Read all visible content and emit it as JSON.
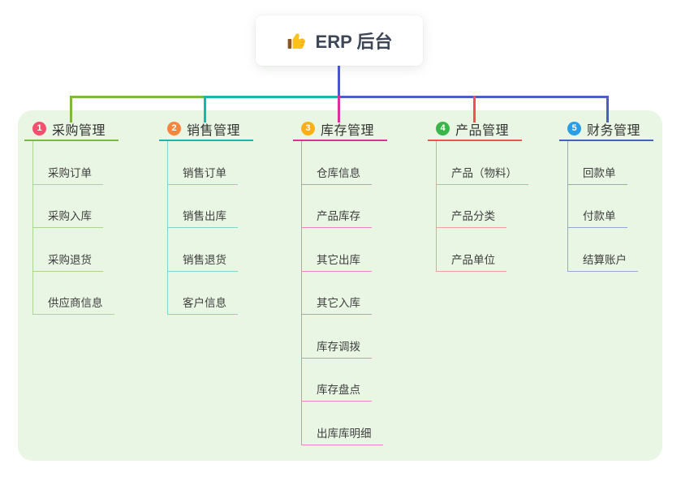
{
  "root": {
    "title": "ERP 后台",
    "icon": "thumbs-up-icon",
    "stem_color": "#4a58c8"
  },
  "panel": {
    "background": "#eaf6e4"
  },
  "branches": [
    {
      "label": "采购管理",
      "badge": "1",
      "colors": {
        "badge": "#f4506e",
        "strong": "#7cb93f",
        "soft": "#abd78c"
      },
      "children": [
        "采购订单",
        "采购入库",
        "采购退货",
        "供应商信息"
      ]
    },
    {
      "label": "销售管理",
      "badge": "2",
      "colors": {
        "badge": "#f6863f",
        "strong": "#16b7b0",
        "soft": "#7fd4cf"
      },
      "children": [
        "销售订单",
        "销售出库",
        "销售退货",
        "客户信息"
      ]
    },
    {
      "label": "库存管理",
      "badge": "3",
      "colors": {
        "badge": "#f9b017",
        "strong": "#df2f9f",
        "soft": "#ef82c4"
      },
      "children": [
        "仓库信息",
        "产品库存",
        "其它出库",
        "其它入库",
        "库存调拨",
        "库存盘点",
        "出库库明细"
      ]
    },
    {
      "label": "产品管理",
      "badge": "4",
      "colors": {
        "badge": "#39b54a",
        "strong": "#f0534f",
        "soft": "#f59d9b"
      },
      "children": [
        "产品（物料）",
        "产品分类",
        "产品单位"
      ]
    },
    {
      "label": "财务管理",
      "badge": "5",
      "colors": {
        "badge": "#2b9fe5",
        "strong": "#4660c6",
        "soft": "#92a7da"
      },
      "children": [
        "回款单",
        "付款单",
        "结算账户"
      ]
    }
  ]
}
